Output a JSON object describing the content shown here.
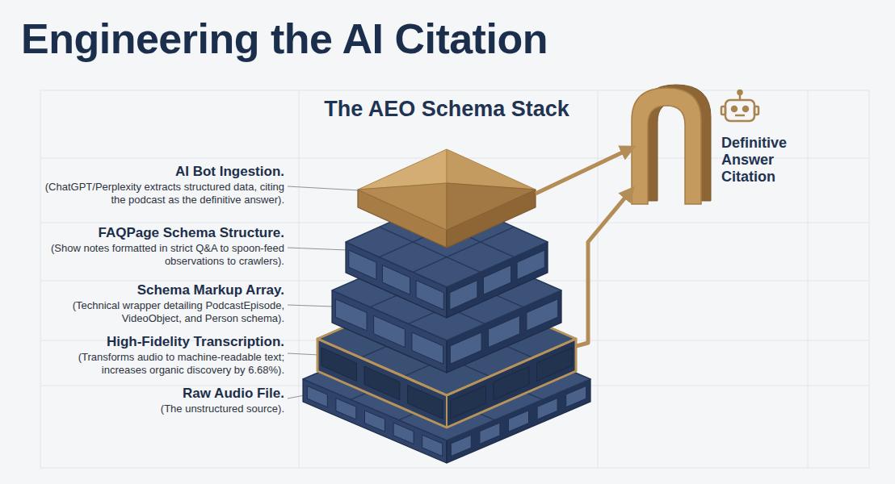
{
  "diagram": {
    "title": "Engineering the AI Citation",
    "nodes": [
      {
        "text": [
          "AI Bot Ingestion.",
          "(ChatGPT/Perplexity extracts structured data, citing the podcast as the definitive answer)."
        ]
      },
      {
        "text": [
          "FAQPage Schema Structure.",
          "(Show notes formatted in strict Q&A to spoon-feed observations to crawlers)."
        ]
      },
      {
        "text": [
          "Schema Markup Array.",
          "(Technical wrapper detailing PodcastEpisode, VideoObject, and Person schema)."
        ]
      },
      {
        "text": [
          "High-Fidelity Transcription.",
          "(Transforms audio to machine-readable text; increases organic discovery by 6.68%)."
        ]
      },
      {
        "text": [
          "Raw Audio File.",
          "(The unstructured source)."
        ]
      },
      {
        "text": [
          "Definitive Answer Citation"
        ]
      }
    ],
    "edges": [
      {
        "from": 0,
        "to": 5,
        "arrow": "to"
      },
      {
        "from": 3,
        "to": 5,
        "arrow": "to"
      }
    ],
    "labels": [
      "The AEO Schema Stack"
    ]
  }
}
